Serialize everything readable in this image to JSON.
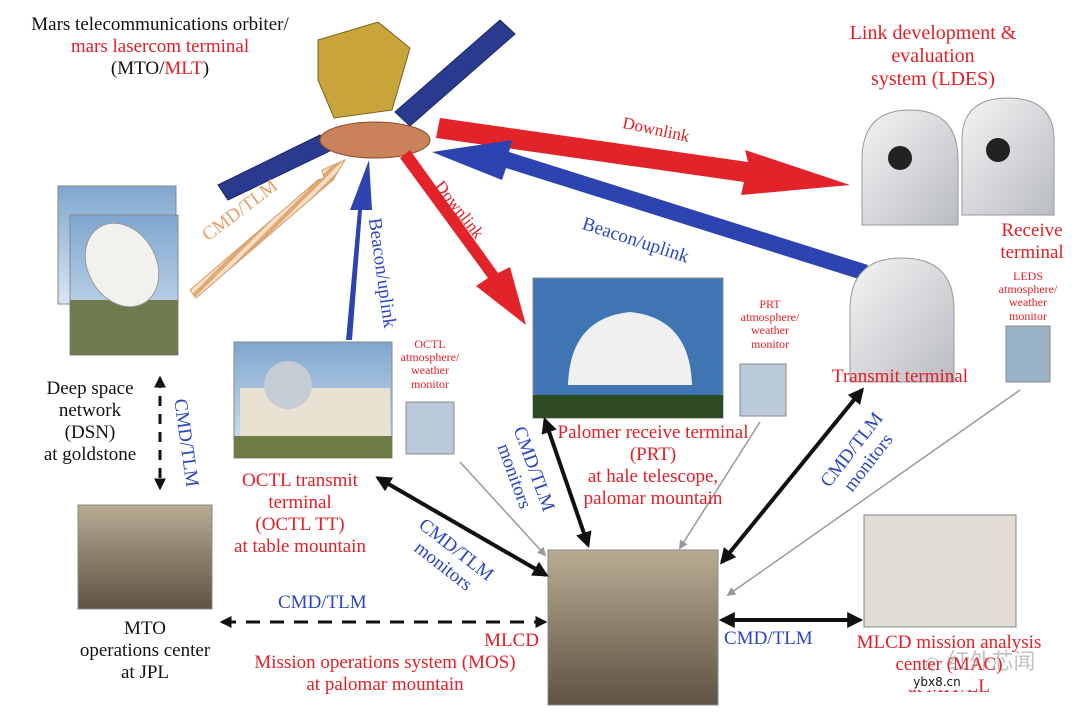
{
  "mto": {
    "line1": "Mars telecommunications orbiter/",
    "line2": "mars lasercom terminal",
    "paren_open": "(MTO/",
    "paren_red": "MLT",
    "paren_close": ")"
  },
  "ldes": {
    "line1": "Link development &",
    "line2": "evaluation",
    "line3": "system (LDES)"
  },
  "dsn": {
    "line1": "Deep space",
    "line2": "network",
    "line3": "(DSN)",
    "line4": "at goldstone"
  },
  "octl_tt": {
    "line1": "OCTL transmit",
    "line2": "terminal",
    "line3": "(OCTL TT)",
    "line4": "at table mountain"
  },
  "octl_monitor": {
    "line1": "OCTL",
    "line2": "atmosphere/",
    "line3": "weather",
    "line4": "monitor"
  },
  "prt": {
    "line1": "Palomer receive terminal",
    "line2": "(PRT)",
    "line3": "at hale telescope,",
    "line4": "palomar mountain"
  },
  "prt_monitor": {
    "line1": "PRT",
    "line2": "atmosphere/",
    "line3": "weather",
    "line4": "monitor"
  },
  "receive_terminal": {
    "line1": "Receive",
    "line2": "terminal"
  },
  "leds_monitor": {
    "line1": "LEDS",
    "line2": "atmosphere/",
    "line3": "weather",
    "line4": "monitor"
  },
  "transmit_terminal": "Transmit terminal",
  "mto_ops": {
    "line1": "MTO",
    "line2": "operations center",
    "line3": "at JPL"
  },
  "mos": {
    "line1": "MLCD",
    "line2": "Mission operations system (MOS)",
    "line3": "at palomar mountain"
  },
  "mlcd_mac": {
    "line1": "MLCD mission analysis",
    "line2": "center (MAC)",
    "line3": "at MIT/LL"
  },
  "links": {
    "downlink_ldes": "Downlink",
    "downlink_prt": "Downlink",
    "beacon_uplink_ldes": "Beacon/uplink",
    "beacon_uplink_octl": "Beacon/uplink",
    "cmd_tlm_dsn_mto": "CMD/TLM",
    "cmd_tlm_dsn_jpl": "CMD/TLM",
    "cmd_tlm_jpl_mos": "CMD/TLM",
    "cmd_tlm_mos_mac": "CMD/TLM",
    "cmd_tlm_monitors_octl": "CMD/TLM monitors",
    "cmd_tlm_monitors_prt": "CMD/TLM monitors",
    "cmd_tlm_monitors_ldes": "CMD/TLM monitors"
  },
  "watermark": {
    "text": "红外芯闻",
    "site": "ybx8.cn"
  },
  "colors": {
    "red": "#e41e25",
    "blue": "#2a46c4",
    "black": "#111111"
  }
}
